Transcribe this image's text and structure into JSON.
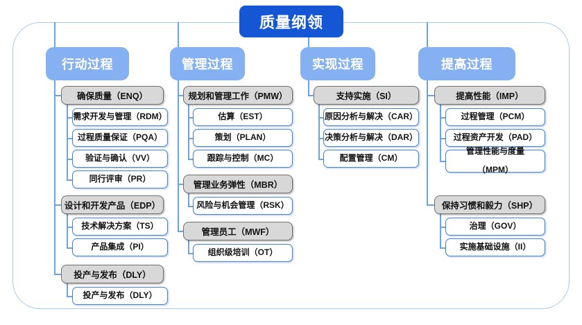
{
  "diagram": {
    "type": "tree-mindmap",
    "root": {
      "label": "质量纲领"
    },
    "colors": {
      "root_fill": "#1456d4",
      "column_header_fill": "#85b0f2",
      "group_fill": "#d8d8d8",
      "group_border": "#6f6f6f",
      "leaf_border": "#3f7fe0",
      "connector": "#6ba3e8",
      "frame_border": "#a9caf0"
    },
    "columns": [
      {
        "id": "action-process",
        "header": "行动过程",
        "groups": [
          {
            "id": "enq",
            "label": "确保质量（ENQ）",
            "items": [
              {
                "label": "需求开发与管理（RDM）"
              },
              {
                "label": "过程质量保证（PQA）"
              },
              {
                "label": "验证与确认（VV）"
              },
              {
                "label": "同行评审（PR）"
              }
            ]
          },
          {
            "id": "edp",
            "label": "设计和开发产品（EDP）",
            "items": [
              {
                "label": "技术解决方案（TS）"
              },
              {
                "label": "产品集成（PI）"
              }
            ]
          },
          {
            "id": "dly",
            "label": "投产与发布（DLY）",
            "items": [
              {
                "label": "投产与发布（DLY）"
              }
            ]
          }
        ]
      },
      {
        "id": "management-process",
        "header": "管理过程",
        "groups": [
          {
            "id": "pmw",
            "label": "规划和管理工作（PMW）",
            "items": [
              {
                "label": "估算（EST）"
              },
              {
                "label": "策划（PLAN）"
              },
              {
                "label": "跟踪与控制（MC）"
              }
            ]
          },
          {
            "id": "mbr",
            "label": "管理业务弹性（MBR）",
            "items": [
              {
                "label": "风险与机会管理（RSK）"
              }
            ]
          },
          {
            "id": "mwf",
            "label": "管理员工（MWF）",
            "items": [
              {
                "label": "组织级培训（OT）"
              }
            ]
          }
        ]
      },
      {
        "id": "implementation-process",
        "header": "实现过程",
        "groups": [
          {
            "id": "si",
            "label": "支持实施（SI）",
            "items": [
              {
                "label": "原因分析与解决（CAR）"
              },
              {
                "label": "决策分析与解决（DAR）"
              },
              {
                "label": "配置管理（CM）"
              }
            ]
          }
        ]
      },
      {
        "id": "improvement-process",
        "header": "提高过程",
        "groups": [
          {
            "id": "imp",
            "label": "提高性能（IMP）",
            "items": [
              {
                "label": "过程管理（PCM）"
              },
              {
                "label": "过程资产开发（PAD）"
              },
              {
                "label": "管理性能与度量\n（MPM）"
              }
            ]
          },
          {
            "id": "shp",
            "label": "保持习惯和毅力（SHP）",
            "items": [
              {
                "label": "治理（GOV）"
              },
              {
                "label": "实施基础设施（II）"
              }
            ]
          }
        ]
      }
    ]
  }
}
